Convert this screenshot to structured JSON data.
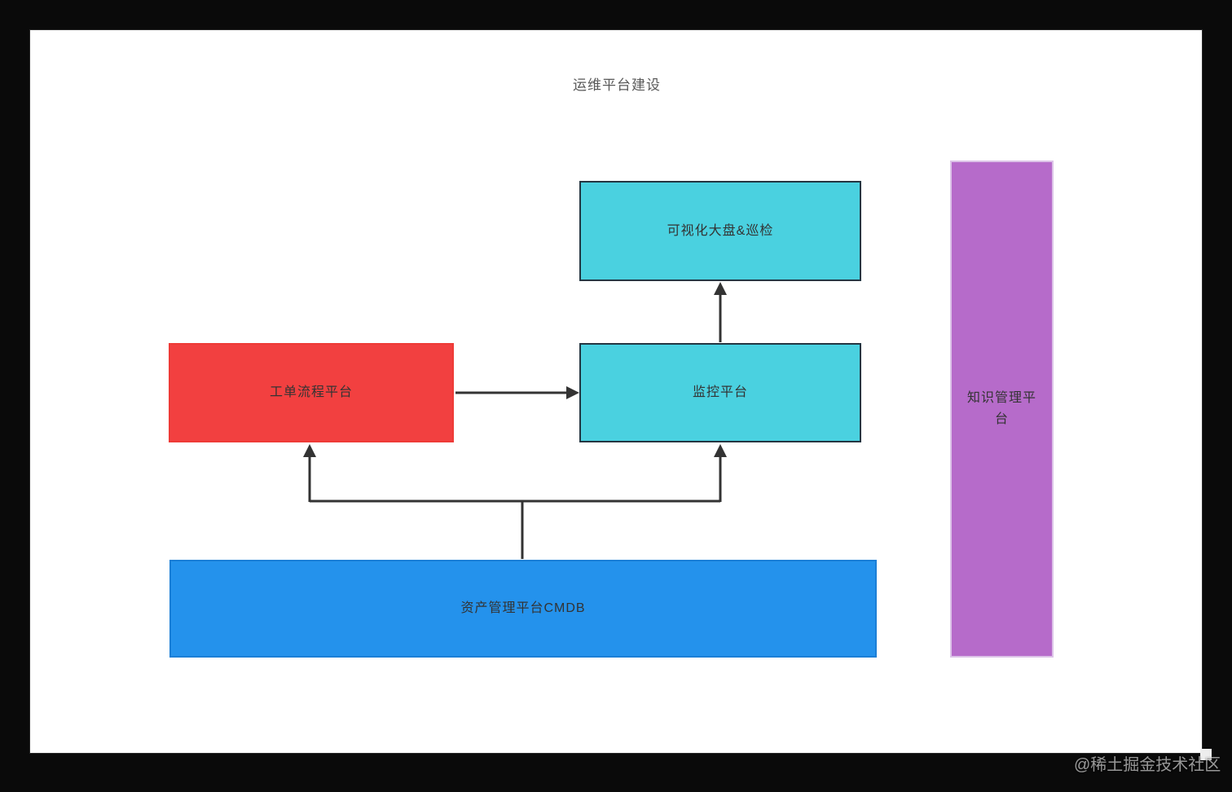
{
  "title": {
    "text": "运维平台建设",
    "color": "#595959"
  },
  "canvas": {
    "background": "#ffffff",
    "frame_color": "#0a0a0a"
  },
  "connector": {
    "color": "#333333"
  },
  "node_text_color": "#333333",
  "nodes": {
    "viz": {
      "label": "可视化大盘&巡检",
      "fill": "#4ad1e0",
      "border": "#243642"
    },
    "ticket": {
      "label": "工单流程平台",
      "fill": "#f24040",
      "border": "#ee3b37"
    },
    "monitor": {
      "label": "监控平台",
      "fill": "#4ad1e0",
      "border": "#243642"
    },
    "cmdb": {
      "label": "资产管理平台CMDB",
      "fill": "#2492ec",
      "border": "#1b7fd6"
    },
    "knowledge": {
      "label": "知识管理平台",
      "fill": "#b66bca",
      "border": "#dcc3e8"
    }
  },
  "edges": [
    {
      "from": "ticket",
      "to": "monitor",
      "description": "工单流程平台 → 监控平台"
    },
    {
      "from": "monitor",
      "to": "viz",
      "description": "监控平台 → 可视化大盘&巡检"
    },
    {
      "from": "cmdb",
      "to": "ticket",
      "description": "资产管理平台CMDB → 工单流程平台"
    },
    {
      "from": "cmdb",
      "to": "monitor",
      "description": "资产管理平台CMDB → 监控平台"
    }
  ],
  "watermark": {
    "text": "@稀土掘金技术社区",
    "color": "rgba(240,240,240,0.62)"
  }
}
